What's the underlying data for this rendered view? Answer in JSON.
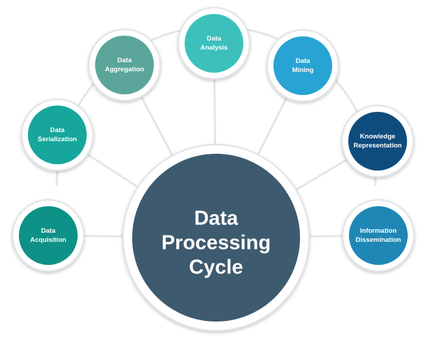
{
  "center": {
    "lines": [
      "Data",
      "Processing",
      "Cycle"
    ],
    "color": "#3d5a6f"
  },
  "stages": [
    {
      "id": "data-acquisition",
      "lines": [
        "Data",
        "Acquisition"
      ],
      "color": "#0e9186"
    },
    {
      "id": "data-serialization",
      "lines": [
        "Data",
        "Serialization"
      ],
      "color": "#16a69c"
    },
    {
      "id": "data-aggregation",
      "lines": [
        "Data",
        "Aggregation"
      ],
      "color": "#5ba59a"
    },
    {
      "id": "data-analysis",
      "lines": [
        "Data",
        "Analysis"
      ],
      "color": "#3dc0bc"
    },
    {
      "id": "data-mining",
      "lines": [
        "Data",
        "Mining"
      ],
      "color": "#27a4d3"
    },
    {
      "id": "knowledge-representation",
      "lines": [
        "Knowledge",
        "Representation"
      ],
      "color": "#0f4c7e"
    },
    {
      "id": "information-dissemination",
      "lines": [
        "Information",
        "Dissemination"
      ],
      "color": "#1f87b5"
    }
  ]
}
